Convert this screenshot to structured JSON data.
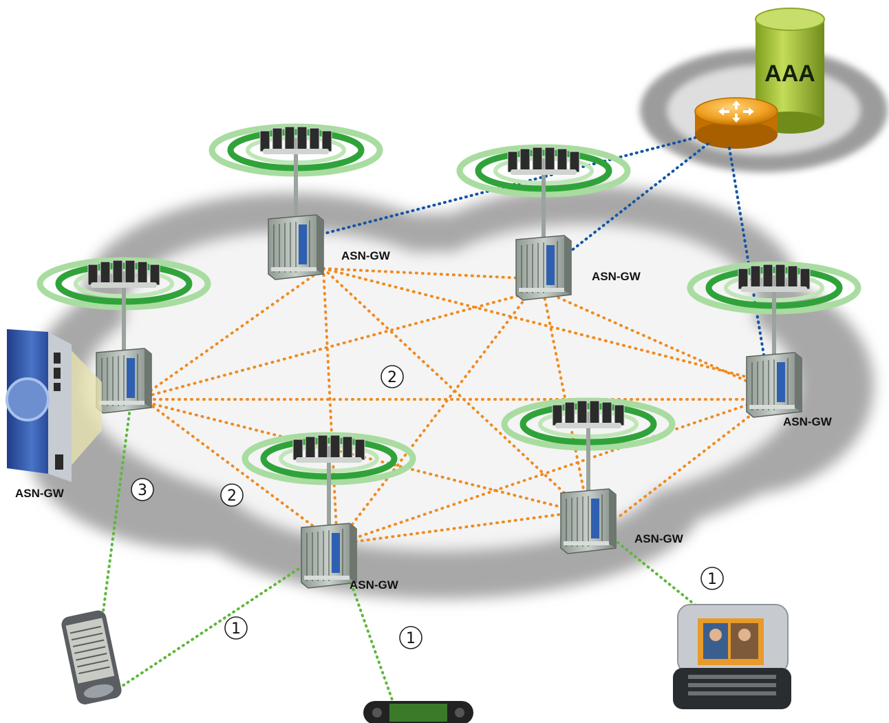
{
  "labels": {
    "asn_gw": "ASN-GW",
    "aaa": "AAA",
    "num_1": "1",
    "num_2": "2",
    "num_3": "3"
  },
  "colors": {
    "interconnect_link": "#f08a1e",
    "backbone_link": "#1155a5",
    "access_link": "#5cb83a",
    "ring_green": "#2fa33a",
    "ring_light": "#a9dca0",
    "router": "#f0a020",
    "aaa_db": "#a8c63a"
  },
  "icons": {
    "network_cloud": "gray-cloud",
    "core_cloud": "gray-cloud",
    "base_station": "asn-gw-base-station-icon",
    "router": "router-icon",
    "database": "aaa-database-icon",
    "pda": "pda-icon",
    "game_console": "handheld-console-icon",
    "phone": "video-phone-icon",
    "blade": "blade-card-icon"
  }
}
